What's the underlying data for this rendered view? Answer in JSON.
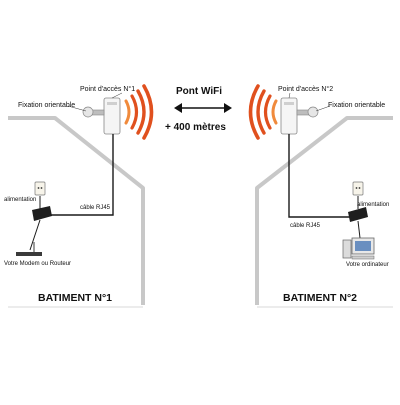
{
  "left": {
    "access_point": "Point d'accès N°1",
    "mount": "Fixation orientable",
    "power": "alimentation",
    "cable": "câble RJ45",
    "device": "Votre Modem ou Routeur",
    "building": "BATIMENT N°1"
  },
  "right": {
    "access_point": "Point d'accès N°2",
    "mount": "Fixation orientable",
    "power": "alimentation",
    "cable": "câble RJ45",
    "device": "Votre ordinateur",
    "building": "BATIMENT N°2"
  },
  "center": {
    "title": "Pont WiFi",
    "distance": "+ 400 mètres"
  },
  "colors": {
    "wave_dark": "#e0501e",
    "wave_light": "#f08a3c",
    "roof": "#c8c8c8",
    "cable": "#1a1a1a"
  },
  "icons": [
    "access-point-icon",
    "mount-icon",
    "power-outlet-icon",
    "power-adapter-icon",
    "router-icon",
    "computer-icon",
    "wifi-wave-icon",
    "double-arrow-icon"
  ]
}
